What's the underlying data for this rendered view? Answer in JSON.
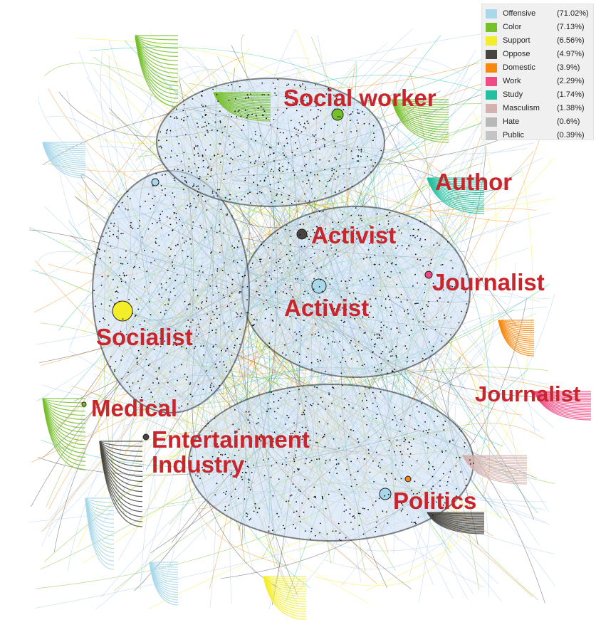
{
  "legend": {
    "items": [
      {
        "label": "Offensive",
        "pct": "(71.02%)",
        "color": "#a8d8ea"
      },
      {
        "label": "Color",
        "pct": "(7.13%)",
        "color": "#76c02a"
      },
      {
        "label": "Support",
        "pct": "(6.56%)",
        "color": "#f4ee2a"
      },
      {
        "label": "Oppose",
        "pct": "(4.97%)",
        "color": "#484540"
      },
      {
        "label": "Domestic",
        "pct": "(3.9%)",
        "color": "#f7890e"
      },
      {
        "label": "Work",
        "pct": "(2.29%)",
        "color": "#ee4b86"
      },
      {
        "label": "Study",
        "pct": "(1.74%)",
        "color": "#22c0a0"
      },
      {
        "label": "Masculism",
        "pct": "(1.38%)",
        "color": "#d3b1ae"
      },
      {
        "label": "Hate",
        "pct": "(0.6%)",
        "color": "#b8b8b8"
      },
      {
        "label": "Public",
        "pct": "(0.39%)",
        "color": "#c5c5c5"
      }
    ]
  },
  "labels": {
    "social_worker": "Social worker",
    "author": "Author",
    "activist_top": "Activist",
    "journalist_mid": "Journalist",
    "activist_center": "Activist",
    "socialist": "Socialist",
    "journalist_right": "Journalist",
    "medical": "Medical",
    "entertainment_1": "Entertainment",
    "entertainment_2": "Industry",
    "politics": "Politics"
  },
  "colors": {
    "label_text": "#c8252d",
    "edge_default": "#a8c8ec",
    "node_dot": "#111111"
  }
}
